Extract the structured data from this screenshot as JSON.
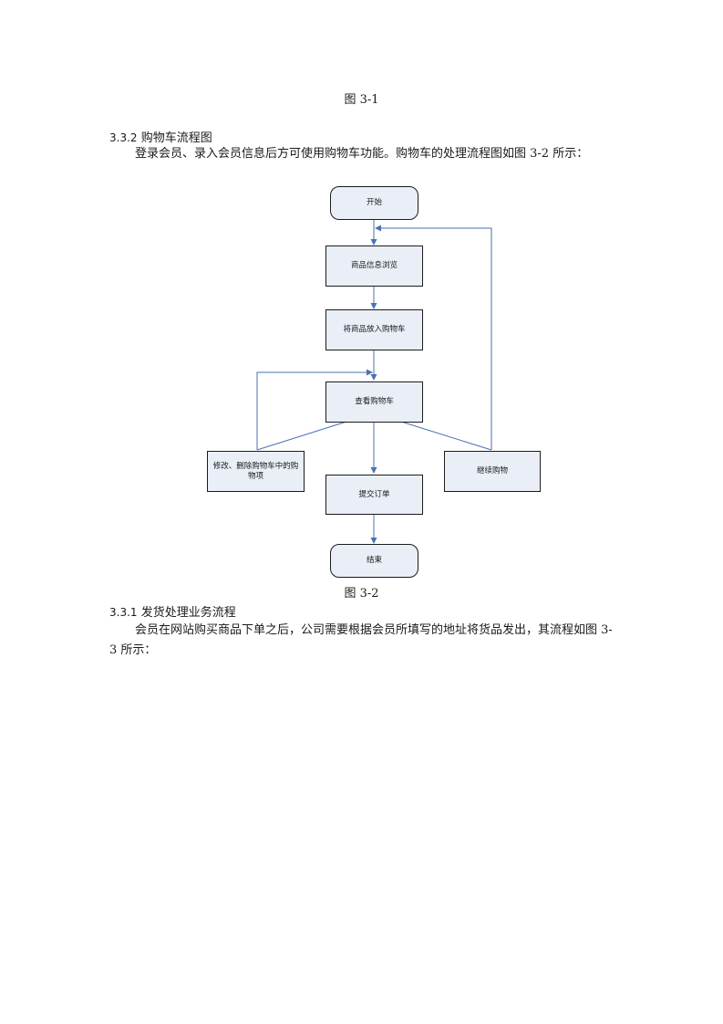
{
  "caption_top": "图 3-1",
  "section_332": {
    "number": "3.3.2",
    "title": "购物车流程图",
    "paragraph": "登录会员、录入会员信息后方可使用购物车功能。购物车的处理流程图如图 3-2 所示："
  },
  "flowchart": {
    "nodes": {
      "start": "开始",
      "browse": "商品信息浏览",
      "add_to_cart": "将商品放入购物车",
      "view_cart": "查看购物车",
      "modify_delete": "修改、删除购物车中的购物项",
      "submit_order": "提交订单",
      "continue_shopping": "继续购物",
      "end": "结束"
    },
    "colors": {
      "node_fill": "#e9eef7",
      "node_border": "#1c1c1c",
      "arrow": "#4a72b0"
    }
  },
  "caption_bottom": "图 3-2",
  "section_331": {
    "number": "3.3.1",
    "title": "发货处理业务流程",
    "paragraph": "会员在网站购买商品下单之后，公司需要根据会员所填写的地址将货品发出，其流程如图 3-3 所示："
  }
}
